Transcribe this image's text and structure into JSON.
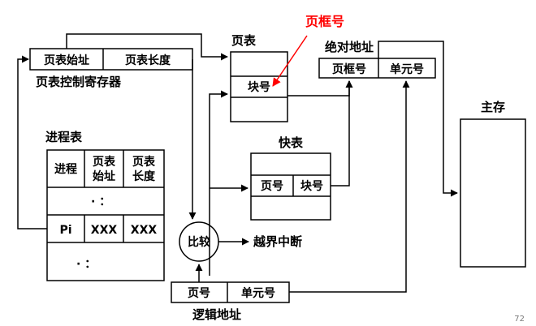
{
  "labels": {
    "page_frame_num_callout": "页框号",
    "page_table_title": "页表",
    "absolute_address_title": "绝对地址",
    "ptr_caption": "页表控制寄存器",
    "process_table_title": "进程表",
    "fast_table_title": "快表",
    "main_memory_title": "主存",
    "interrupt_text": "越界中断",
    "logical_address_title": "逻辑地址",
    "page_number": "72"
  },
  "ptr_cells": [
    "页表始址",
    "页表长度"
  ],
  "page_table_cell": "块号",
  "absolute_address_cells": [
    "页框号",
    "单元号"
  ],
  "process_table": {
    "col0": "进程",
    "col1_line1": "页表",
    "col1_line2": "始址",
    "col2_line1": "页表",
    "col2_line2": "长度",
    "dots1": "· ：",
    "row_pi": [
      "Pi",
      "XXX",
      "XXX"
    ],
    "dots2": "· ："
  },
  "fast_table_cells": [
    "页号",
    "块号"
  ],
  "comparator": "比较",
  "logical_address_cells": [
    "页号",
    "单元号"
  ],
  "colors": {
    "line": "#000000",
    "callout": "#ff0000"
  }
}
